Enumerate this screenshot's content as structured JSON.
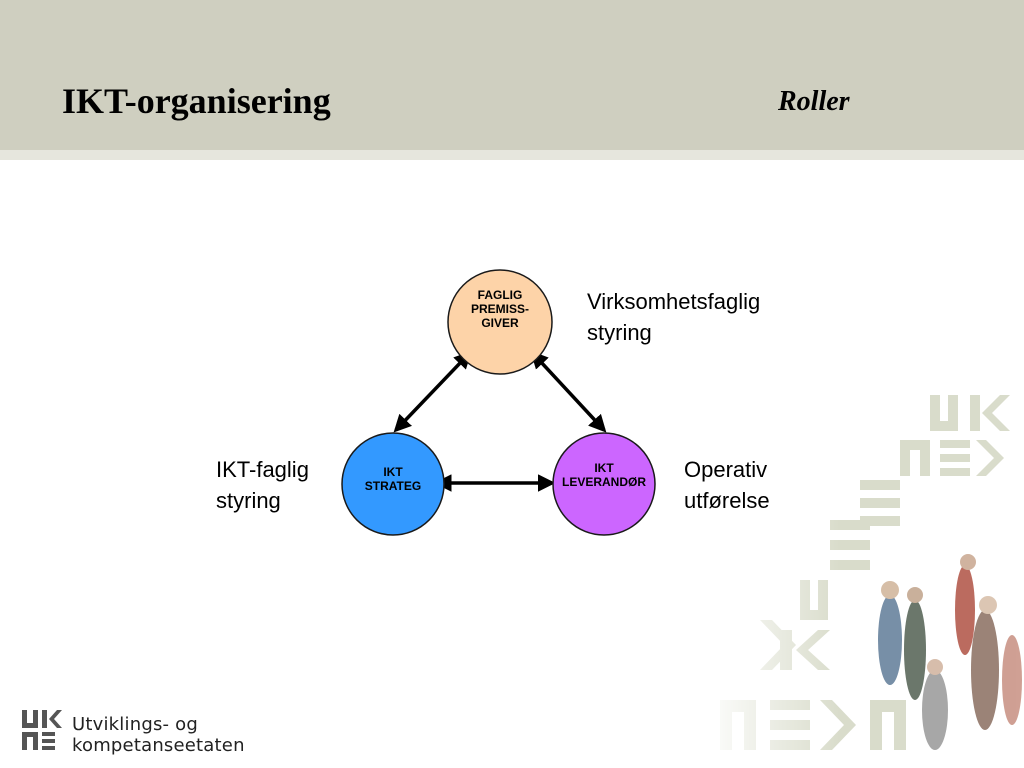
{
  "header": {
    "title": "IKT-organisering",
    "subtitle": "Roller"
  },
  "diagram": {
    "nodes": [
      {
        "id": "faglig",
        "lines": [
          "FAGLIG",
          "PREMISS-",
          "GIVER"
        ],
        "color": "#fdd3a8"
      },
      {
        "id": "strateg",
        "lines": [
          "IKT",
          "STRATEG"
        ],
        "color": "#3399ff"
      },
      {
        "id": "leverandor",
        "lines": [
          "IKT",
          "LEVERANDØR"
        ],
        "color": "#cc66ff"
      }
    ],
    "side_labels": {
      "faglig": [
        "Virksomhetsfaglig",
        "styring"
      ],
      "strateg": [
        "IKT-faglig",
        "styring"
      ],
      "leverandor": [
        "Operativ",
        "utførelse"
      ]
    },
    "edges": [
      {
        "from": "faglig",
        "to": "strateg",
        "bidirectional": true
      },
      {
        "from": "faglig",
        "to": "leverandor",
        "bidirectional": true
      },
      {
        "from": "strateg",
        "to": "leverandor",
        "bidirectional": true
      }
    ]
  },
  "footer": {
    "logo_line1": "Utviklings- og",
    "logo_line2": "kompetanseetaten"
  },
  "colors": {
    "header_band": "#cfcfc0",
    "node_stroke": "#1a1a1a"
  }
}
